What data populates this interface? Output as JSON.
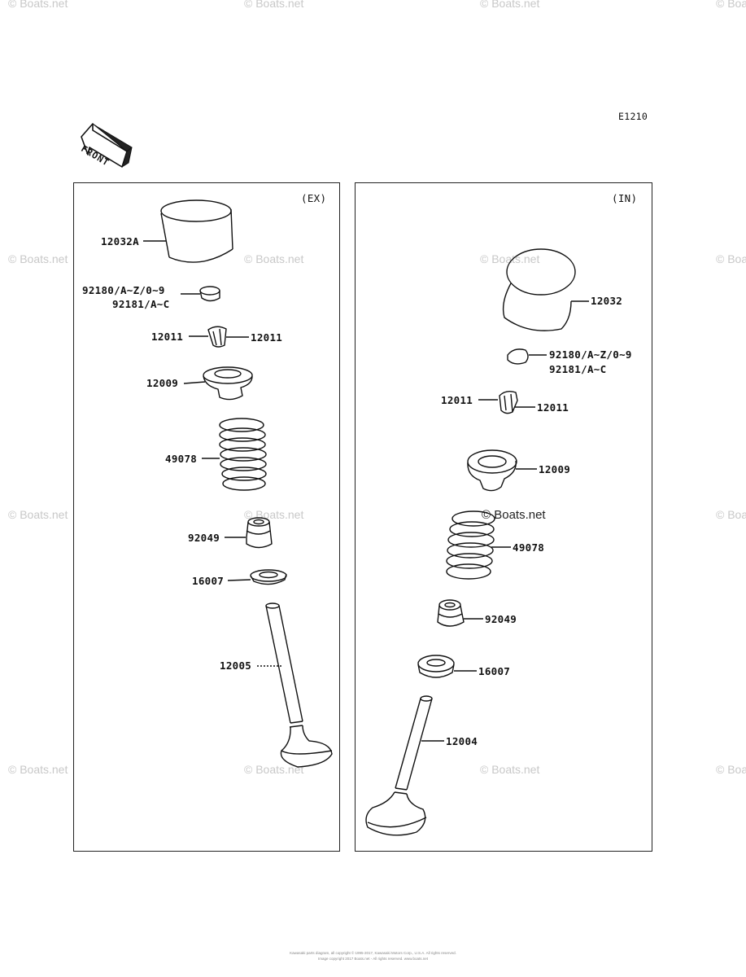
{
  "figure_code": "E1210",
  "front_label": "FRONT",
  "watermark": "© Boats.net",
  "watermark_center": "© Boats.net",
  "panels": {
    "exhaust": {
      "title": "(EX)",
      "labels": {
        "tappet": "12032A",
        "shim_a": "92180/A~Z/0~9",
        "shim_b": "92181/A~C",
        "cotter_left": "12011",
        "cotter_right": "12011",
        "retainer": "12009",
        "spring": "49078",
        "seal": "92049",
        "seat": "16007",
        "valve": "12005"
      }
    },
    "intake": {
      "title": "(IN)",
      "labels": {
        "tappet": "12032",
        "shim_a": "92180/A~Z/0~9",
        "shim_b": "92181/A~C",
        "cotter_left": "12011",
        "cotter_right": "12011",
        "retainer": "12009",
        "spring": "49078",
        "seal": "92049",
        "seat": "16007",
        "valve": "12004"
      }
    }
  },
  "footer": {
    "line1": "Kawasaki parts diagram, all copyright © 1995-2017, Kawasaki Motors Corp., U.S.A. All rights reserved.",
    "line2": "Image copyright 2017 Boats.net - All rights reserved. www.boats.net"
  }
}
